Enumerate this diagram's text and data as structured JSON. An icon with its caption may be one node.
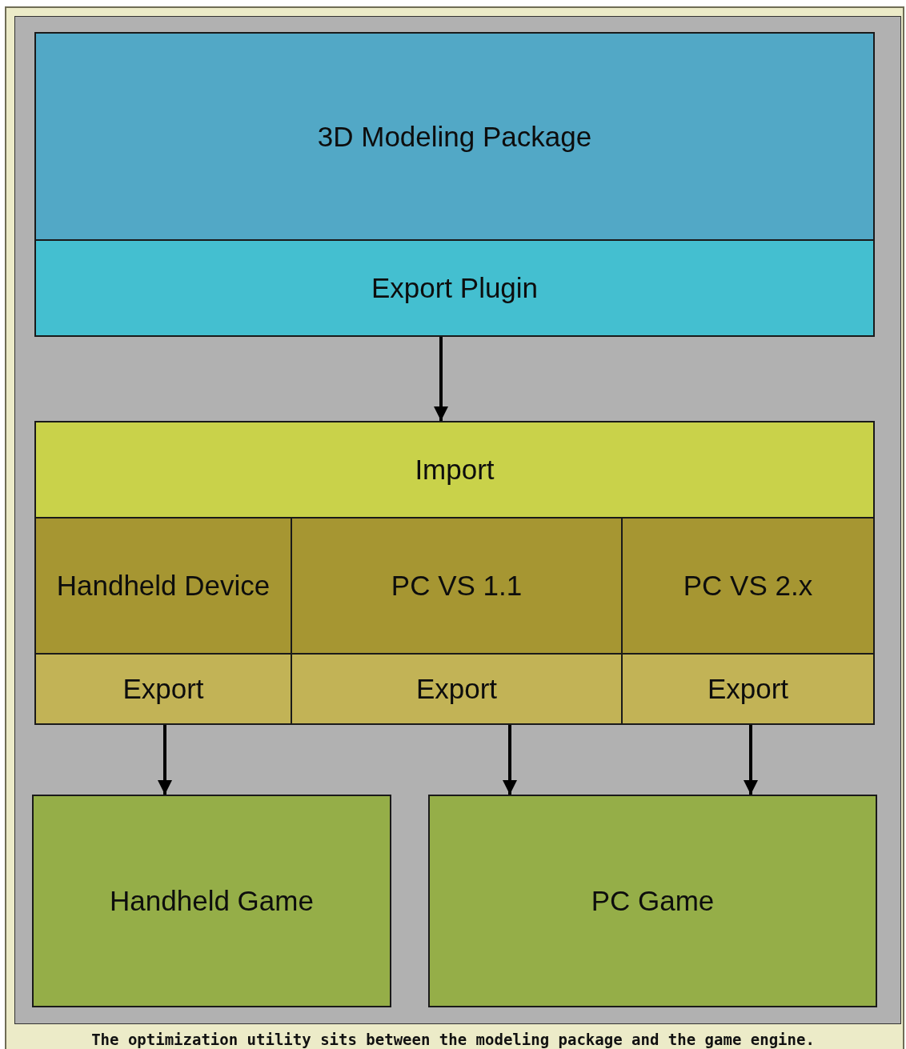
{
  "diagram": {
    "caption": "The optimization utility sits between the modeling package and the game engine.",
    "nodes": [
      {
        "text": [
          "3D Modeling Package"
        ]
      },
      {
        "text": [
          "Export Plugin"
        ]
      },
      {
        "text": [
          "Import"
        ]
      },
      {
        "text": [
          "Handheld Device"
        ]
      },
      {
        "text": [
          "PC VS 1.1"
        ]
      },
      {
        "text": [
          "PC VS 2.x"
        ]
      },
      {
        "text": [
          "Export"
        ]
      },
      {
        "text": [
          "Export"
        ]
      },
      {
        "text": [
          "Export"
        ]
      },
      {
        "text": [
          "Handheld Game"
        ]
      },
      {
        "text": [
          "PC Game"
        ]
      }
    ],
    "edges": [
      {
        "from": 1,
        "to": 2,
        "arrow": "to"
      },
      {
        "from": 6,
        "to": 9,
        "arrow": "to"
      },
      {
        "from": 7,
        "to": 10,
        "arrow": "to"
      },
      {
        "from": 8,
        "to": 10,
        "arrow": "to"
      }
    ]
  }
}
